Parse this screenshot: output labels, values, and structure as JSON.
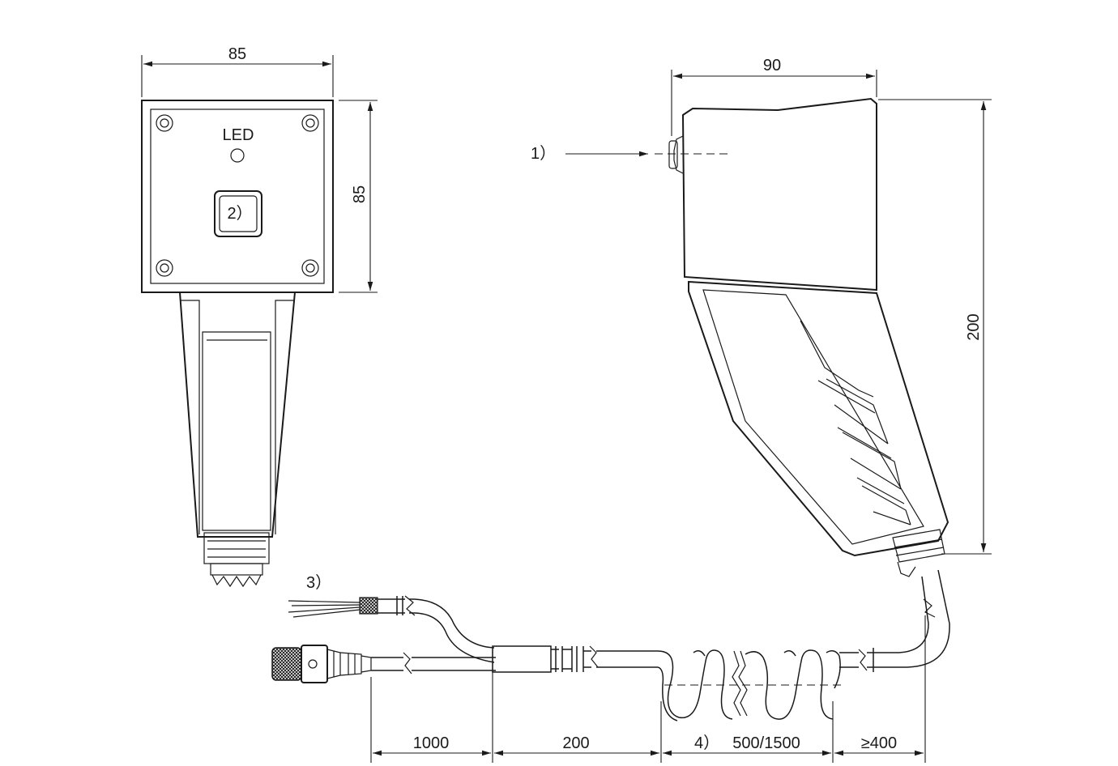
{
  "dimensions": {
    "front_width": "85",
    "front_height": "85",
    "side_width": "90",
    "side_height": "200",
    "cable_1000": "1000",
    "cable_200": "200",
    "coil_length": "500/1500",
    "min_400": "≥400"
  },
  "labels": {
    "led": "LED",
    "note1": "1）",
    "note2": "2）",
    "note3": "3）",
    "note4": "4）"
  }
}
